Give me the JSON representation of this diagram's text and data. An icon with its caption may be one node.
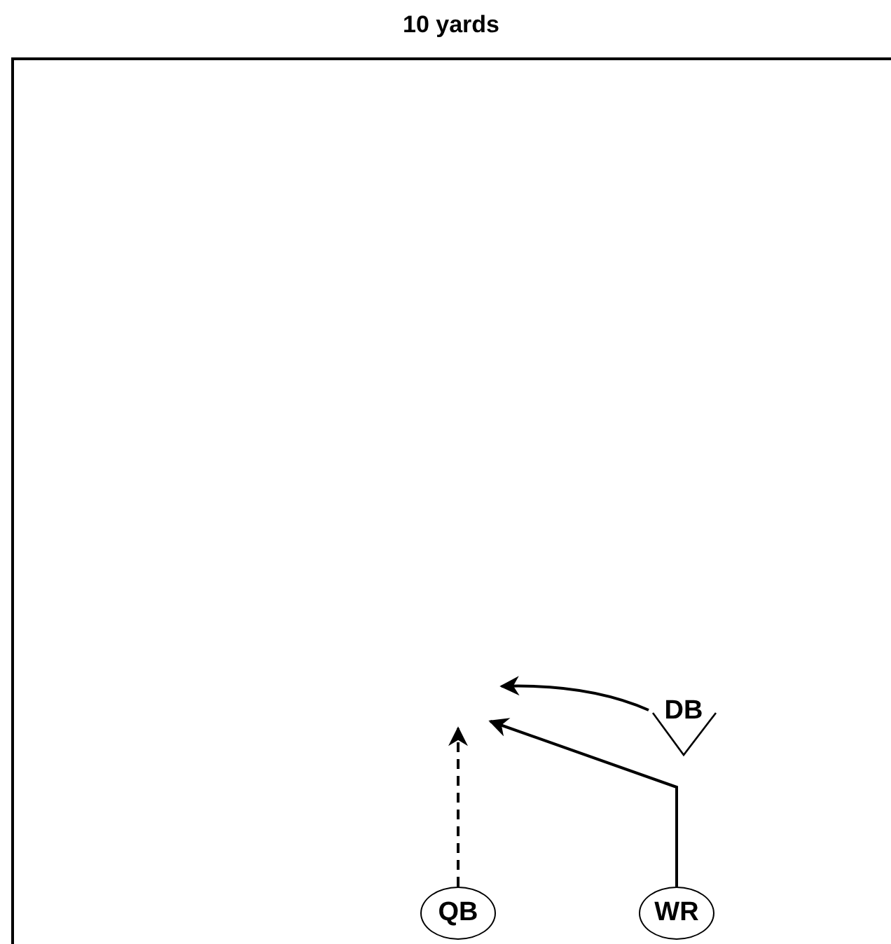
{
  "diagram": {
    "nodes": [
      {
        "text": [
          "QB"
        ]
      },
      {
        "text": [
          "WR"
        ]
      },
      {
        "text": [
          "DB"
        ]
      }
    ],
    "edges": [
      {
        "from": 0,
        "to": null,
        "arrow": "to",
        "style": "dashed"
      },
      {
        "from": 1,
        "to": null,
        "arrow": "to"
      },
      {
        "from": 2,
        "to": null,
        "arrow": "to"
      }
    ],
    "labels": [
      "10 yards"
    ]
  }
}
